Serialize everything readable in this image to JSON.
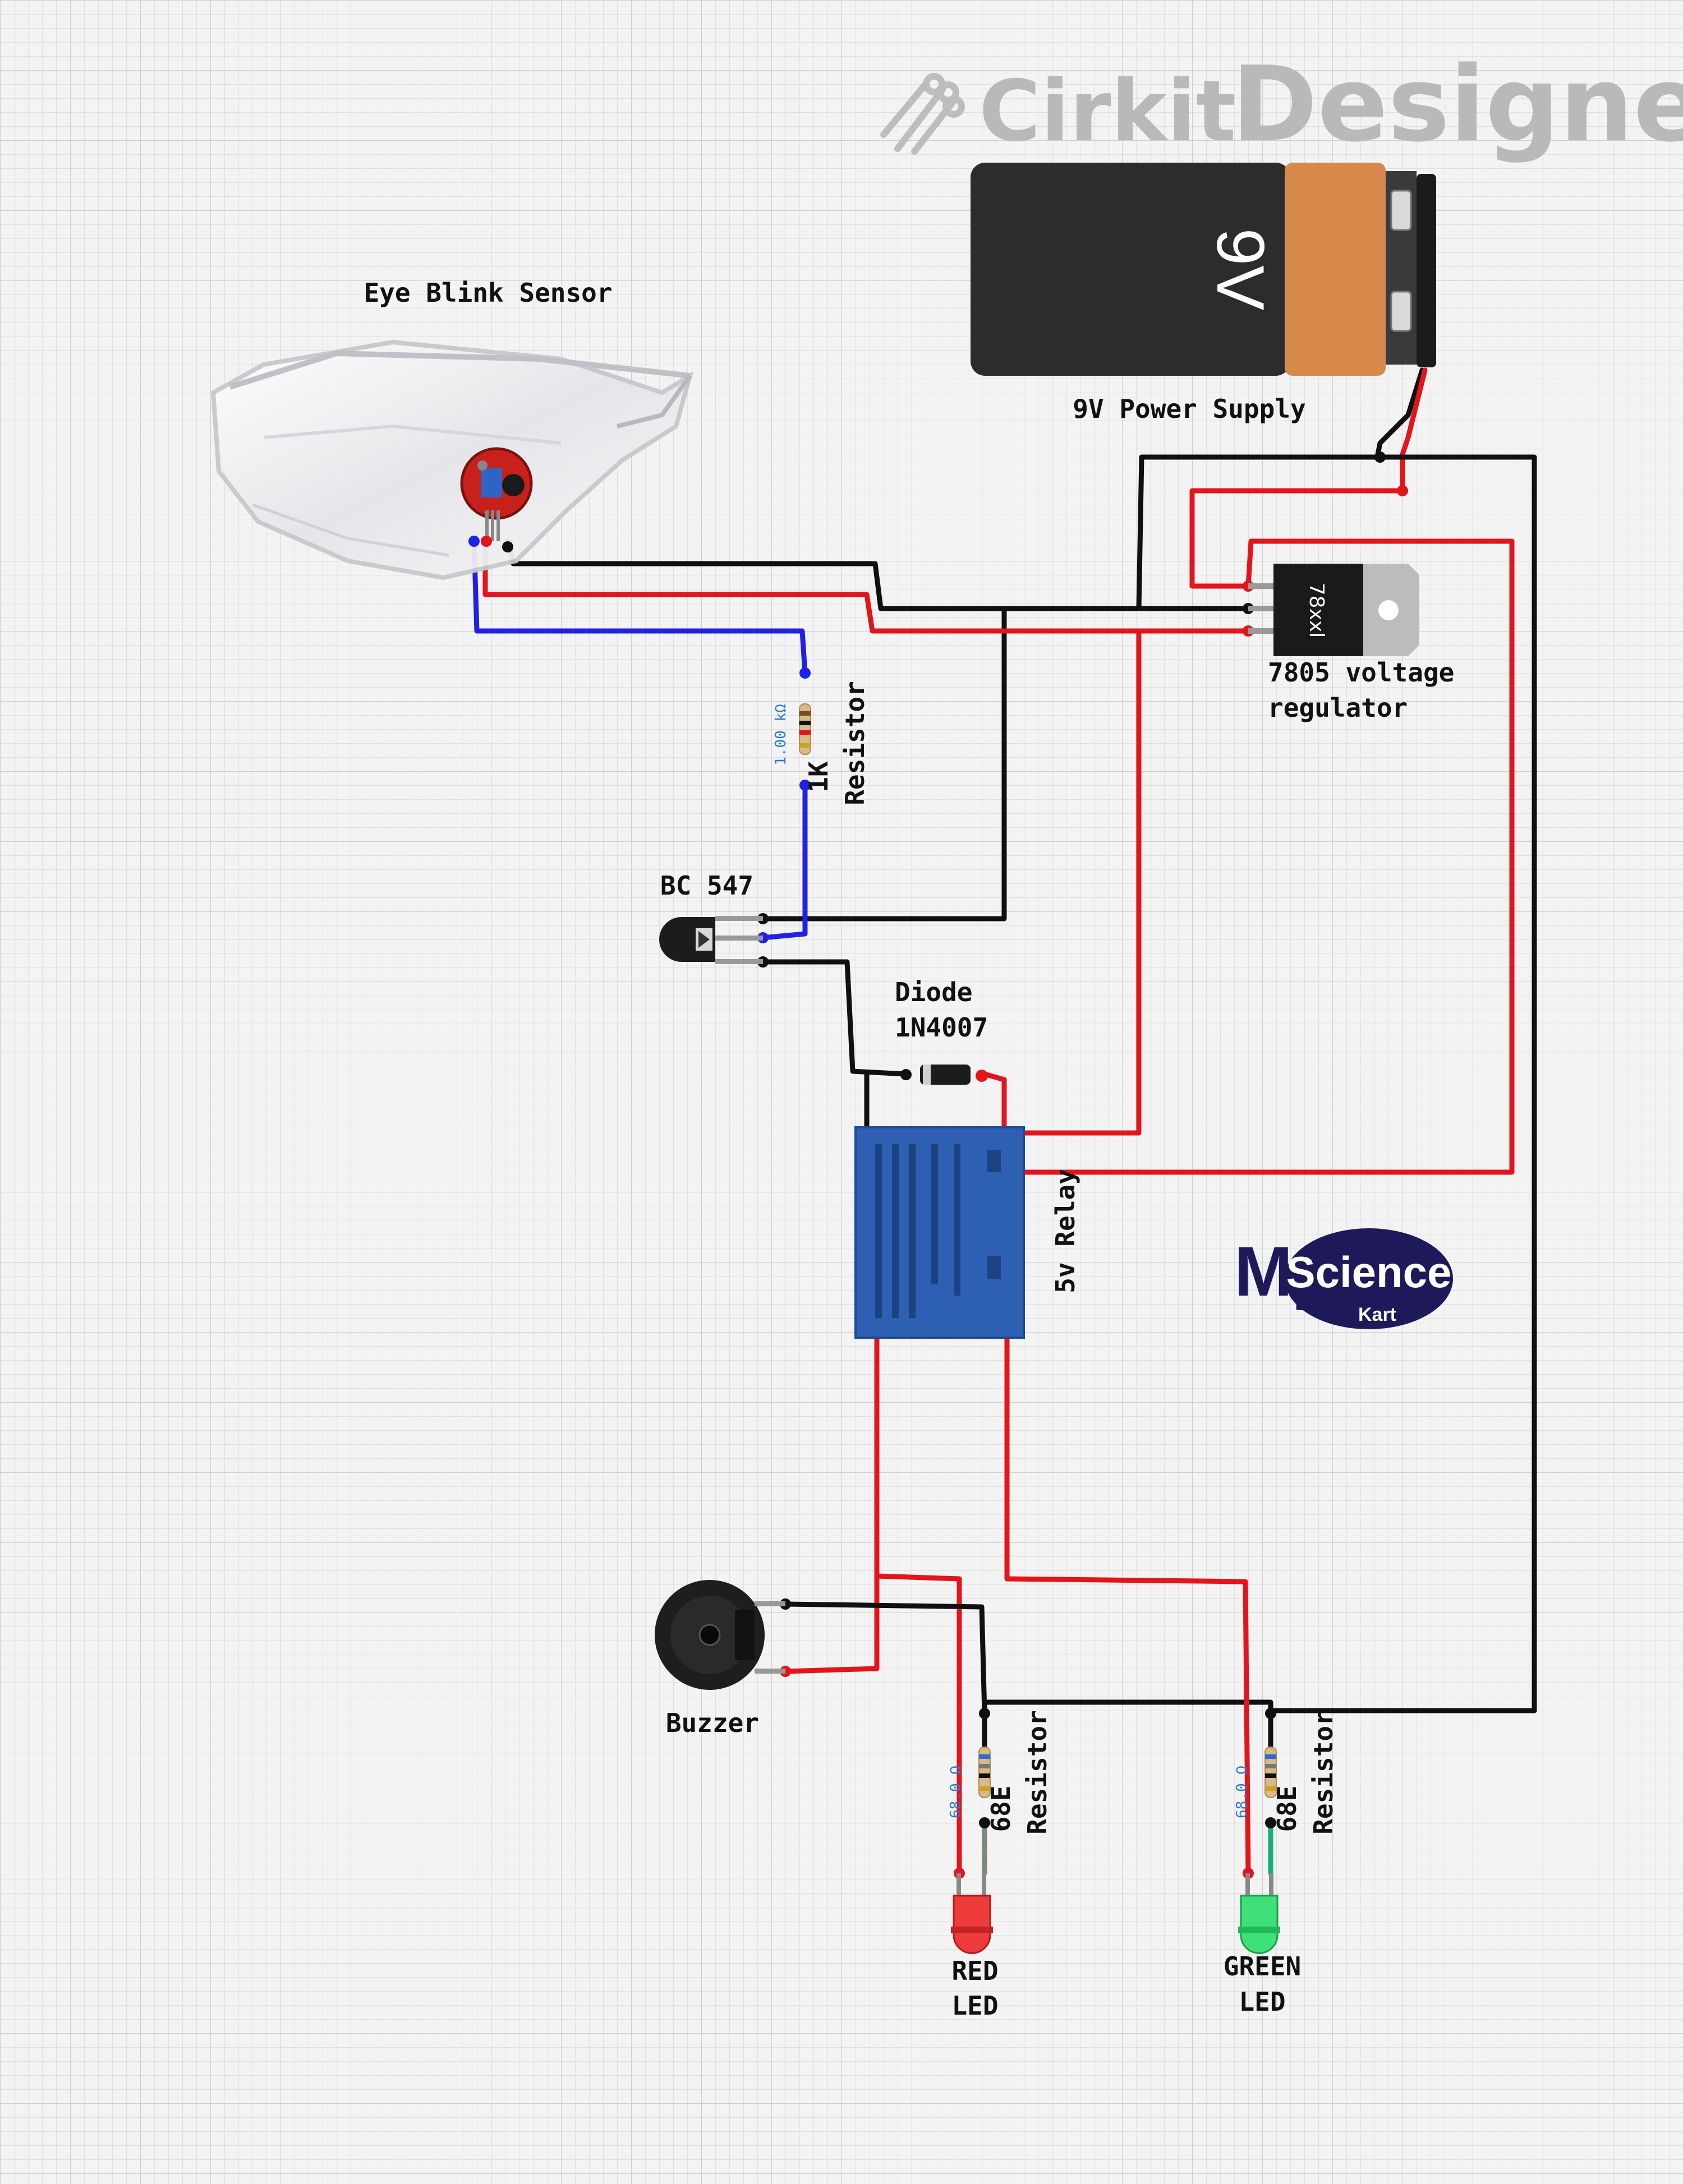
{
  "branding": {
    "watermark_part1": "Cirkit",
    "watermark_part2": "Designer",
    "logo_my": "My",
    "logo_science": "Science",
    "logo_kart": "Kart"
  },
  "components": {
    "eye_blink_sensor": "Eye Blink Sensor",
    "battery_label": "9V Power Supply",
    "battery_marking": "9V",
    "regulator_line1": "7805 voltage",
    "regulator_line2": "regulator",
    "regulator_marking": "78xxl",
    "resistor_1k_line1": "1K",
    "resistor_1k_line2": "Resistor",
    "resistor_1k_value": "1.00 kΩ",
    "transistor": "BC 547",
    "diode_line1": "Diode",
    "diode_line2": "1N4007",
    "relay": "5v Relay",
    "buzzer": "Buzzer",
    "resistor_red_line1": "68E",
    "resistor_red_line2": "Resistor",
    "resistor_red_value": "68.0 Ω",
    "resistor_green_line1": "68E",
    "resistor_green_line2": "Resistor",
    "resistor_green_value": "68.0 Ω",
    "red_led_line1": "RED",
    "red_led_line2": "LED",
    "green_led_line1": "GREEN",
    "green_led_line2": "LED"
  },
  "colors": {
    "wire_red": "#e3141b",
    "wire_black": "#101010",
    "wire_blue": "#2020e6",
    "relay_blue": "#2d5fb3",
    "battery_orange": "#d6894b",
    "logo_navy": "#1e1a5a"
  }
}
